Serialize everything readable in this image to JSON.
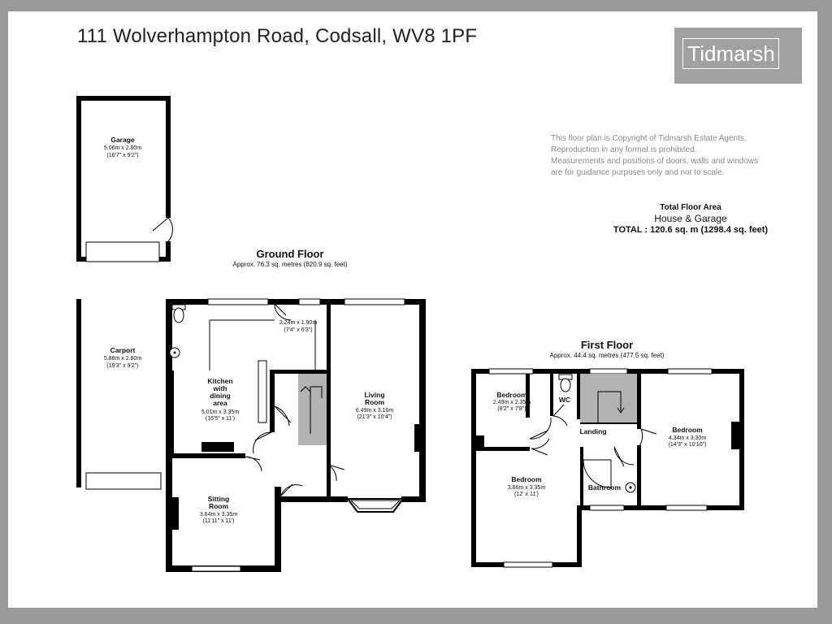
{
  "address": "111 Wolverhampton Road, Codsall, WV8 1PF",
  "brand": "Tidmarsh",
  "copyright_lines": [
    "This floor plan is Copyright of Tidmarsh Estate Agents.",
    "Reproduction in any format is prohibited.",
    "Measurements and positions of doors, walls and windows",
    "are for guidance purposes only and not to scale."
  ],
  "total": {
    "heading": "Total Floor Area",
    "subheading": "House & Garage",
    "value": "TOTAL :  120.6 sq. m (1298.4 sq. feet)"
  },
  "ground_floor": {
    "title": "Ground Floor",
    "area": "Approx. 76.3 sq. metres (820.9 sq. feet)",
    "garage": {
      "name": "Garage",
      "metric": "5.06m x 2.80m",
      "imperial": "(16'7\" x 9'2\")"
    },
    "carport": {
      "name": "Carport",
      "metric": "5.88m x 2.80m",
      "imperial": "(19'3\" x 9'2\")"
    },
    "kitchen": {
      "name_lines": [
        "Kitchen",
        "with",
        "dining",
        "area"
      ],
      "metric": "5.01m x 3.35m",
      "imperial": "(16'5\" x 11')"
    },
    "utility": {
      "metric": "2.24m x 1.90m",
      "imperial": "(7'4\" x 6'3\")"
    },
    "living": {
      "name_lines": [
        "Living",
        "Room"
      ],
      "metric": "6.49m x 3.16m",
      "imperial": "(21'3\" x 10'4\")"
    },
    "sitting": {
      "name_lines": [
        "Sitting",
        "Room"
      ],
      "metric": "3.64m x 3.35m",
      "imperial": "(11'11\" x 11')"
    }
  },
  "first_floor": {
    "title": "First Floor",
    "area": "Approx. 44.4 sq. metres (477.5 sq. feet)",
    "bedroom_small": {
      "name": "Bedroom",
      "metric": "2.49m x 2.35m",
      "imperial": "(8'2\" x 7'8\")"
    },
    "wc": {
      "name": "WC"
    },
    "landing": {
      "name": "Landing"
    },
    "bedroom_right": {
      "name": "Bedroom",
      "metric": "4.34m x 3.30m",
      "imperial": "(14'3\" x 10'10\")"
    },
    "bedroom_bottom": {
      "name": "Bedroom",
      "metric": "3.66m x 3.35m",
      "imperial": "(12' x 11')"
    },
    "bathroom": {
      "name": "Bathroom"
    }
  },
  "colors": {
    "frame": "#9a9a9a",
    "wall": "#000000",
    "stairs": "#b3b3b3",
    "logo_bg": "#a1a1a1",
    "note_text": "#8a8a8a"
  }
}
